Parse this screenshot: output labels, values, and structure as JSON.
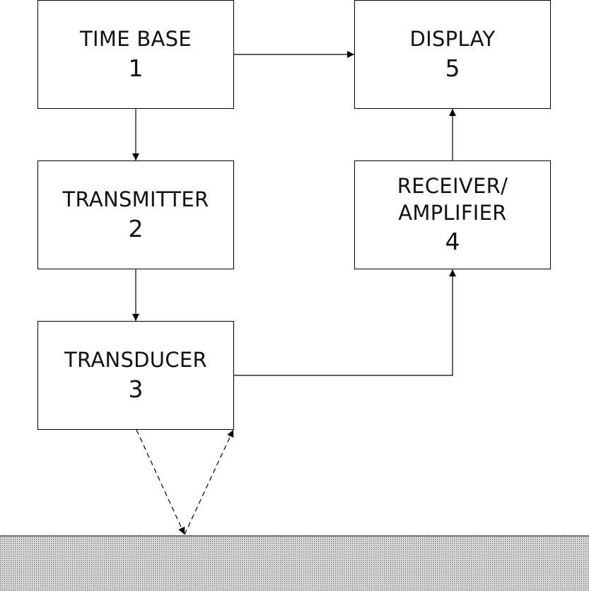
{
  "blocks": {
    "time_base": {
      "label": "TIME BASE",
      "number": "1"
    },
    "transmitter": {
      "label": "TRANSMITTER",
      "number": "2"
    },
    "transducer": {
      "label": "TRANSDUCER",
      "number": "3"
    },
    "receiver": {
      "label_line1": "RECEIVER/",
      "label_line2": "AMPLIFIER",
      "number": "4"
    },
    "display": {
      "label": "DISPLAY",
      "number": "5"
    }
  },
  "colors": {
    "line": "#000000",
    "background": "#ffffff",
    "ground_dots": "#5a5a5a"
  }
}
